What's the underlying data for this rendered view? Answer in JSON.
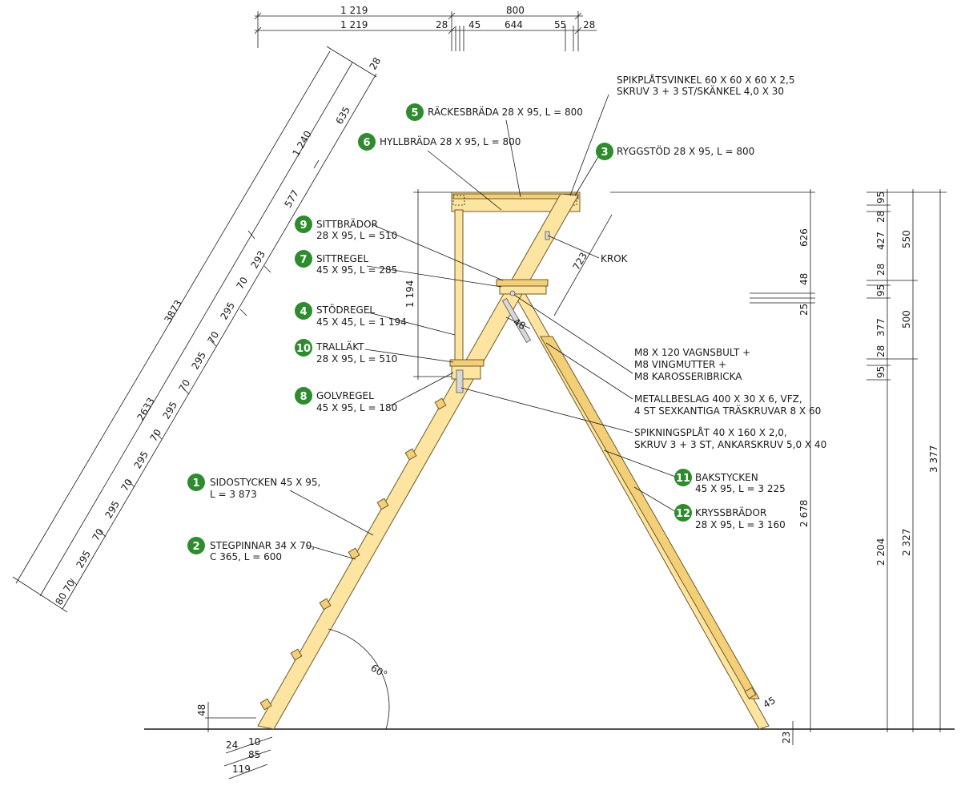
{
  "colors": {
    "badge": "#2e8b2e",
    "wood": "#fde4a0",
    "wood_dark": "#f3cf78",
    "ink": "#1a1a1a"
  },
  "parts": [
    {
      "num": "1",
      "line1": "SIDOSTYCKEN 45 X 95,",
      "line2": "L = 3 873"
    },
    {
      "num": "2",
      "line1": "STEGPINNAR 34 X 70,",
      "line2": "C 365, L = 600"
    },
    {
      "num": "3",
      "line1": "RYGGSTÖD 28 X 95, L = 800",
      "line2": ""
    },
    {
      "num": "4",
      "line1": "STÖDREGEL",
      "line2": "45 X 45, L = 1 194"
    },
    {
      "num": "5",
      "line1": "RÄCKESBRÄDA 28 X 95, L = 800",
      "line2": ""
    },
    {
      "num": "6",
      "line1": "HYLLBRÄDA 28 X 95, L = 800",
      "line2": ""
    },
    {
      "num": "7",
      "line1": "SITTREGEL",
      "line2": "45 X 95, L = 285"
    },
    {
      "num": "8",
      "line1": "GOLVREGEL",
      "line2": "45 X 95, L = 180"
    },
    {
      "num": "9",
      "line1": "SITTBRÄDOR",
      "line2": "28 X 95, L = 510"
    },
    {
      "num": "10",
      "line1": "TRALLÄKT",
      "line2": "28 X 95, L = 510"
    },
    {
      "num": "11",
      "line1": "BAKSTYCKEN",
      "line2": "45 X 95, L = 3 225"
    },
    {
      "num": "12",
      "line1": "KRYSSBRÄDOR",
      "line2": "28 X 95, L = 3 160"
    }
  ],
  "hardware": {
    "spikplat_vinkel": [
      "SPIKPLÅTSVINKEL 60 X 60 X 60 X 2,5",
      "SKRUV 3 + 3 ST/SKÄNKEL 4,0 X 30"
    ],
    "krok": "KROK",
    "bult": [
      "M8 X 120 VAGNSBULT +",
      "M8 VINGMUTTER +",
      "M8 KAROSSERIBRICKA"
    ],
    "metallbeslag": [
      "METALLBESLAG 400 X 30 X 6, VFZ,",
      "4 ST SEXKANTIGA TRÄSKRUVAR 8 X 60"
    ],
    "spikningsplat": [
      "SPIKNINGSPLÅT 40 X 160 X 2,0,",
      "SKRUV 3 + 3 ST, ANKARSKRUV 5,0 X 40"
    ]
  },
  "dims_top": {
    "a": "1 219",
    "b": "800",
    "c": "1 219",
    "d": "28",
    "e": "45",
    "f": "644",
    "g": "55",
    "h": "28"
  },
  "dims_diag": {
    "total": "3873",
    "upper": "1 240",
    "top28": "28",
    "s635": "635",
    "s577": "577",
    "s2633": "2633",
    "s293": "293",
    "rungs": [
      "70",
      "295",
      "70",
      "295",
      "70",
      "295",
      "70",
      "295",
      "70",
      "295",
      "70",
      "295"
    ],
    "bot80": "80",
    "bot70": "70"
  },
  "dims_right": {
    "r626": "626",
    "r48": "48",
    "r25": "25",
    "r2678": "2 678",
    "r23": "23",
    "r95a": "95",
    "r28a": "28",
    "r427": "427",
    "r28b": "28",
    "r95b": "95",
    "r377": "377",
    "r28c": "28",
    "r95c": "95",
    "r550": "550",
    "r500": "500",
    "r2204": "2 204",
    "r2327": "2 327",
    "r3377": "3 377"
  },
  "dims_misc": {
    "h1194": "1 194",
    "d723": "723",
    "d48": "48",
    "angle": "60°",
    "b48": "48",
    "b24": "24",
    "b10": "10",
    "b85": "85",
    "b119": "119",
    "b45": "45"
  }
}
